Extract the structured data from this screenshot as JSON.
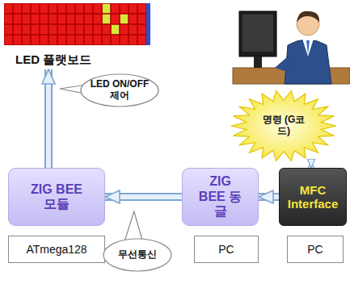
{
  "diagram": {
    "nodes": [
      {
        "text": [
          "LED 플랫보드"
        ]
      },
      {
        "text": [
          "LED ON/OFF 제어"
        ]
      },
      {
        "text": [
          "명령 (G코드)"
        ]
      },
      {
        "text": [
          "ZIG BEE 모듈"
        ]
      },
      {
        "text": [
          "ZIG BEE 동글"
        ]
      },
      {
        "text": [
          "MFC Interface"
        ]
      },
      {
        "text": [
          "ATmega128"
        ]
      },
      {
        "text": [
          "PC"
        ]
      },
      {
        "text": [
          "PC"
        ]
      },
      {
        "text": [
          "무선통신"
        ]
      }
    ],
    "edges": [
      {
        "from": 3,
        "to": 0,
        "arrow": "to"
      },
      {
        "from": 5,
        "to": 4,
        "arrow": "to"
      },
      {
        "from": 4,
        "to": 3,
        "arrow": "to"
      },
      {
        "from": 2,
        "to": 5,
        "arrow": "both"
      }
    ]
  }
}
